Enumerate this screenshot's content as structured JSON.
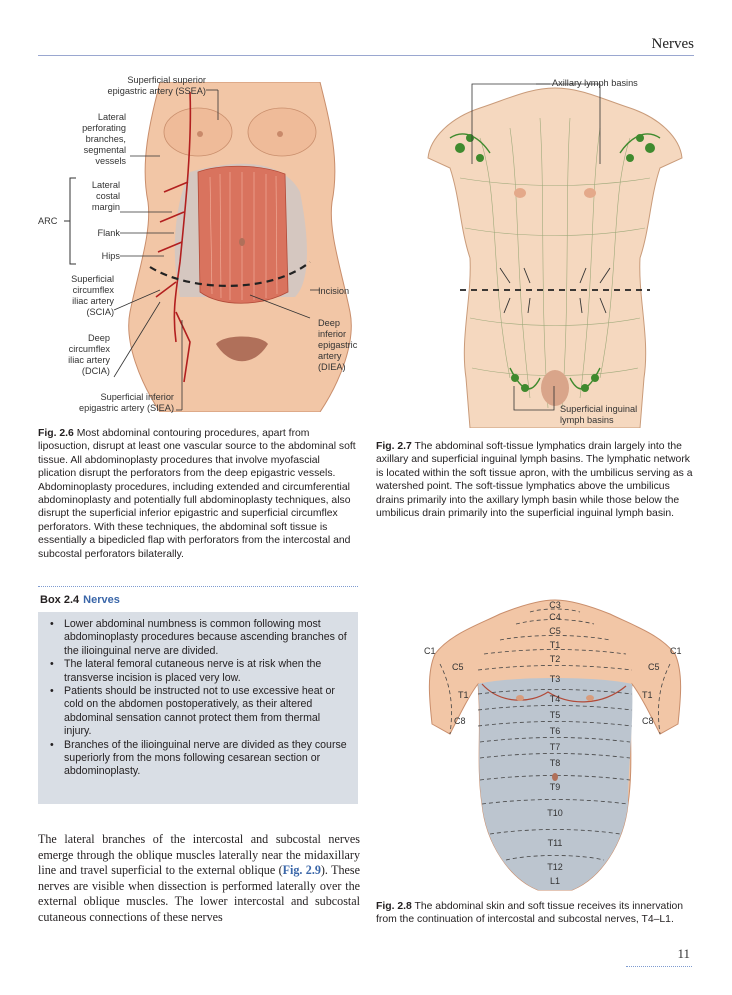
{
  "running_head": "Nerves",
  "page_number": "11",
  "fig26": {
    "labels": {
      "ssea": "Superficial superior\nepigastric artery (SSEA)",
      "lateral_perf": "Lateral\nperforating\nbranches,\nsegmental\nvessels",
      "lateral_costal": "Lateral\ncostal\nmargin",
      "arc": "ARC",
      "flank": "Flank",
      "hips": "Hips",
      "scia": "Superficial\ncircumflex\niliac artery\n(SCIA)",
      "dcia": "Deep\ncircumflex\niliac artery\n(DCIA)",
      "siea": "Superficial inferior\nepigastric artery (SIEA)",
      "incision": "Incision",
      "diea": "Deep\ninferior\nepigastric\nartery\n(DIEA)"
    },
    "caption_num": "Fig. 2.6",
    "caption_text": "Most abdominal contouring procedures, apart from liposuction, disrupt at least one vascular source to the abdominal soft tissue. All abdominoplasty procedures that involve myofascial plication disrupt the perforators from the deep epigastric vessels. Abdominoplasty procedures, including extended and circumferential abdominoplasty and potentially full abdominoplasty techniques, also disrupt the superficial inferior epigastric and superficial circumflex perforators. With these techniques, the abdominal soft tissue is essentially a bipedicled flap with perforators from the intercostal and subcostal perforators bilaterally."
  },
  "fig27": {
    "labels": {
      "axillary": "Axillary lymph basins",
      "inguinal": "Superficial inguinal\nlymph basins"
    },
    "caption_num": "Fig. 2.7",
    "caption_text": "The abdominal soft-tissue lymphatics drain largely into the axillary and superficial inguinal lymph basins. The lymphatic network is located within the soft tissue apron, with the umbilicus serving as a watershed point. The soft-tissue lymphatics above the umbilicus drains primarily into the axillary lymph basin while those below the umbilicus drain primarily into the superficial inguinal lymph basin."
  },
  "fig28": {
    "caption_num": "Fig. 2.8",
    "caption_text": "The abdominal skin and soft tissue receives its innervation from the continuation of intercostal and subcostal nerves, T4–L1.",
    "dermatomes": [
      "C3",
      "C4",
      "C5",
      "T1",
      "T2",
      "T3",
      "T4",
      "T5",
      "T6",
      "T7",
      "T8",
      "T9",
      "T10",
      "T11",
      "T12",
      "L1"
    ],
    "side_labels": {
      "c1_left": "C1",
      "c1_right": "C1",
      "c5_left": "C5",
      "c5_right": "C5",
      "t1_left": "T1",
      "t1_right": "T1",
      "c8_left": "C8",
      "c8_right": "C8"
    }
  },
  "box": {
    "number": "Box 2.4",
    "title": "Nerves",
    "items": [
      "Lower abdominal numbness is common following most abdominoplasty procedures because ascending branches of the ilioinguinal nerve are divided.",
      "The lateral femoral cutaneous nerve is at risk when the transverse incision is placed very low.",
      "Patients should be instructed not to use excessive heat or cold on the abdomen postoperatively, as their altered abdominal sensation cannot protect them from thermal injury.",
      "Branches of the ilioinguinal nerve are divided as they course superiorly from the mons following cesarean section or abdominoplasty."
    ]
  },
  "body": {
    "text_before": "The lateral branches of the intercostal and subcostal nerves emerge through the oblique muscles laterally near the midaxillary line and travel superficial to the external oblique (",
    "ref": "Fig. 2.9",
    "text_after": "). These nerves are visible when dissection is performed laterally over the external oblique muscles. The lower intercostal and subcostal cutaneous connections of these nerves"
  },
  "colors": {
    "accent": "#3a66a8",
    "box_bg": "#d9dee5",
    "skin": "#f2c6a6",
    "muscle": "#d9735e",
    "lymph": "#3f8a2e",
    "dermatome_fill": "#bcc5cf"
  }
}
